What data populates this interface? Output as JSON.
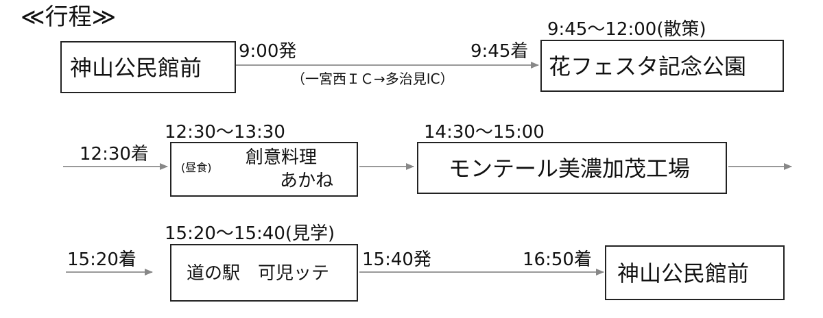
{
  "title": "≪行程≫",
  "row1": {
    "start_box": "神山公民館前",
    "depart": "9:00発",
    "arrive": "9:45着",
    "route_note": "（一宮西ＩＣ→多治見IC）",
    "dest_time": "9:45～12:00(散策)",
    "dest_box": "花フェスタ記念公園"
  },
  "row2": {
    "arrive": "12:30着",
    "lunch_time": "12:30～13:30",
    "lunch_tag": "(昼食)",
    "lunch_name1": "創意料理",
    "lunch_name2": "あかね",
    "factory_time": "14:30～15:00",
    "factory_box": "モンテール美濃加茂工場"
  },
  "row3": {
    "arrive": "15:20着",
    "station_time": "15:20～15:40(見学)",
    "station_box": "道の駅　可児ッテ",
    "depart": "15:40発",
    "final_arrive": "16:50着",
    "final_box": "神山公民館前"
  }
}
